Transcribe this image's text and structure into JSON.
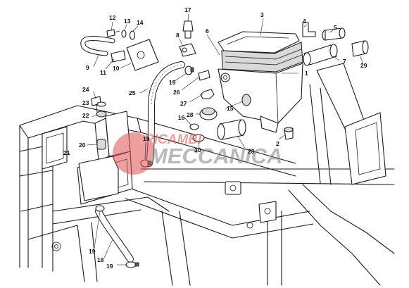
{
  "diagram": {
    "watermark": {
      "line1": "RICAMBI",
      "line2": "MECCANICA",
      "color_red": "#e05050",
      "color_grey": "#808080"
    },
    "callouts": [
      {
        "id": "c1",
        "text": "1"
      },
      {
        "id": "c2",
        "text": "2"
      },
      {
        "id": "c3",
        "text": "3"
      },
      {
        "id": "c4",
        "text": "4"
      },
      {
        "id": "c5",
        "text": "5"
      },
      {
        "id": "c6",
        "text": "6"
      },
      {
        "id": "c7",
        "text": "7"
      },
      {
        "id": "c8",
        "text": "8"
      },
      {
        "id": "c9",
        "text": "9"
      },
      {
        "id": "c10",
        "text": "10"
      },
      {
        "id": "c11",
        "text": "11"
      },
      {
        "id": "c12",
        "text": "12"
      },
      {
        "id": "c13",
        "text": "13"
      },
      {
        "id": "c14",
        "text": "14"
      },
      {
        "id": "c15",
        "text": "15"
      },
      {
        "id": "c16",
        "text": "16"
      },
      {
        "id": "c17",
        "text": "17"
      },
      {
        "id": "c18",
        "text": "18"
      },
      {
        "id": "c19a",
        "text": "19"
      },
      {
        "id": "c19b",
        "text": "19"
      },
      {
        "id": "c19c",
        "text": "19"
      },
      {
        "id": "c19d",
        "text": "19"
      },
      {
        "id": "c20",
        "text": "20"
      },
      {
        "id": "c21",
        "text": "21"
      },
      {
        "id": "c22",
        "text": "22"
      },
      {
        "id": "c23",
        "text": "23"
      },
      {
        "id": "c24",
        "text": "24"
      },
      {
        "id": "c25",
        "text": "25"
      },
      {
        "id": "c26",
        "text": "26"
      },
      {
        "id": "c27",
        "text": "27"
      },
      {
        "id": "c28a",
        "text": "28"
      },
      {
        "id": "c28b",
        "text": "28"
      },
      {
        "id": "c29",
        "text": "29"
      },
      {
        "id": "c30",
        "text": "30"
      }
    ]
  }
}
